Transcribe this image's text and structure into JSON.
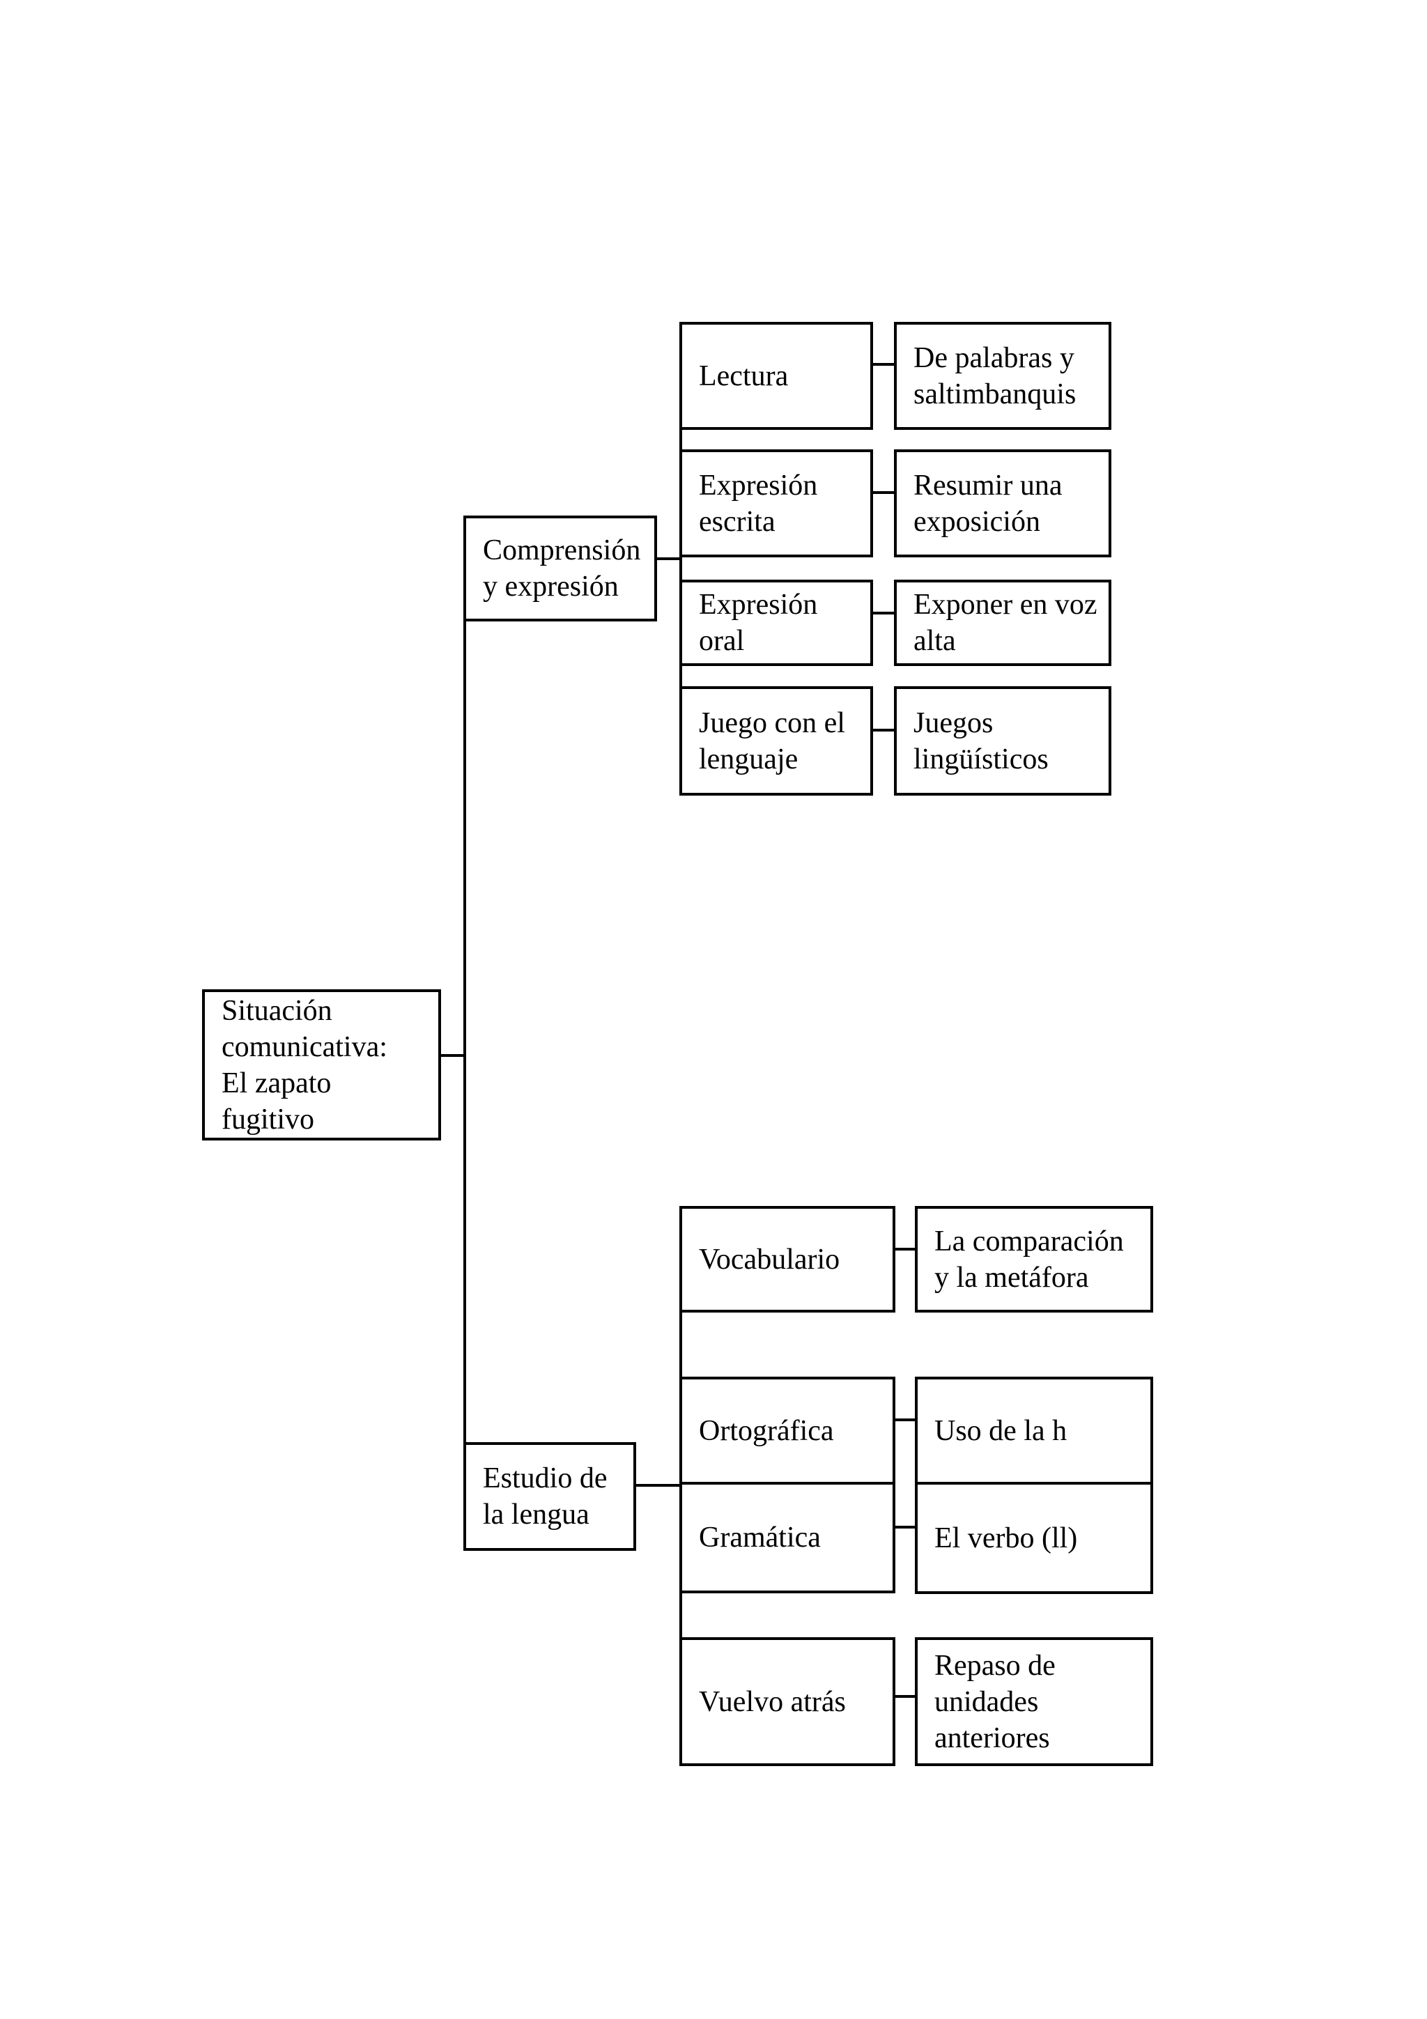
{
  "diagram": {
    "type": "tree",
    "orientation": "left-to-right",
    "colors": {
      "background": "#ffffff",
      "box_border": "#000000",
      "text": "#000000",
      "connector": "#000000"
    },
    "root": {
      "label": "Situación\ncomunicativa:\nEl zapato\nfugitivo"
    },
    "branches": [
      {
        "label": "Comprensión\ny expresión",
        "children": [
          {
            "label": "Lectura",
            "detail": "De palabras y\nsaltimbanquis"
          },
          {
            "label": "Expresión\nescrita",
            "detail": "Resumir una\nexposición"
          },
          {
            "label": "Expresión\noral",
            "detail": "Exponer en voz\nalta"
          },
          {
            "label": "Juego con el\nlenguaje",
            "detail": "Juegos\nlingüísticos"
          }
        ]
      },
      {
        "label": "Estudio de\nla lengua",
        "children": [
          {
            "label": "Vocabulario",
            "detail": "La comparación\ny la metáfora"
          },
          {
            "label": "Ortográfica",
            "detail": "Uso de la h"
          },
          {
            "label": "Gramática",
            "detail": "El verbo (ll)"
          },
          {
            "label": "Vuelvo atrás",
            "detail": "Repaso de\nunidades\nanteriores"
          }
        ]
      }
    ]
  }
}
